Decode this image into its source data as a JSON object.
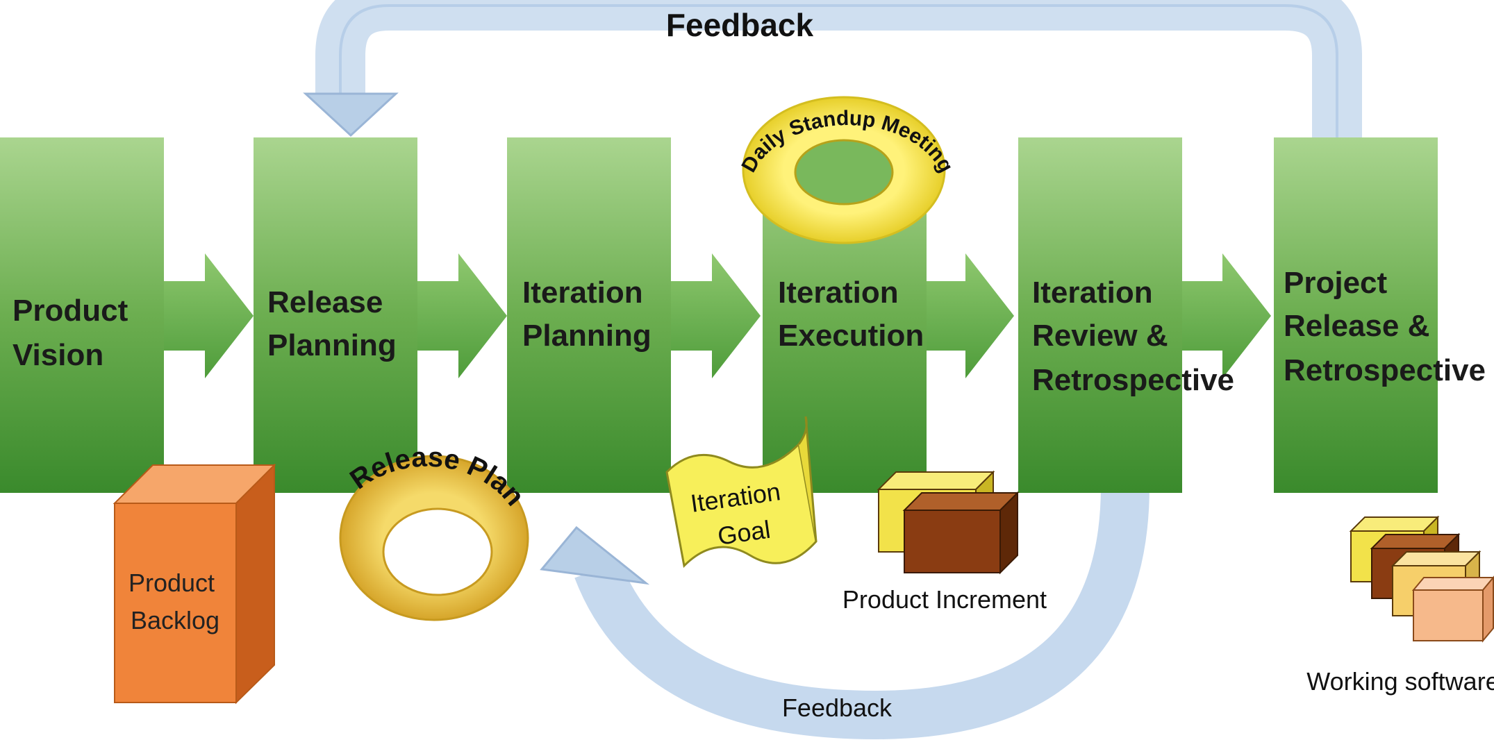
{
  "feedback_top": "Feedback",
  "feedback_bottom": "Feedback",
  "stages": [
    {
      "id": "product-vision",
      "lines": [
        "Product",
        "Vision"
      ]
    },
    {
      "id": "release-planning",
      "lines": [
        "Release",
        "Planning"
      ]
    },
    {
      "id": "iteration-planning",
      "lines": [
        "Iteration",
        "Planning"
      ]
    },
    {
      "id": "iteration-execution",
      "lines": [
        "Iteration",
        "Execution"
      ]
    },
    {
      "id": "iteration-review",
      "lines": [
        "Iteration",
        "Review &",
        "Retrospective"
      ]
    },
    {
      "id": "project-release",
      "lines": [
        "Project",
        "Release &",
        "Retrospective"
      ]
    }
  ],
  "artifacts": {
    "daily_standup": "Daily Standup Meeting",
    "release_plan": "Release Plan",
    "iteration_goal": [
      "Iteration",
      "Goal"
    ],
    "product_backlog": [
      "Product",
      "Backlog"
    ],
    "product_increment": "Product Increment",
    "working_software": "Working software"
  },
  "colors": {
    "stage_green_top": "#a6d28a",
    "stage_green_bottom": "#3f8f2f",
    "feedback_blue": "#b9cfe6",
    "ring_yellow": "#f7e94a",
    "backlog_orange": "#f08a3a",
    "box_yellow": "#f2e24a",
    "box_brown": "#8a3c12",
    "box_peach": "#f6b98b"
  }
}
